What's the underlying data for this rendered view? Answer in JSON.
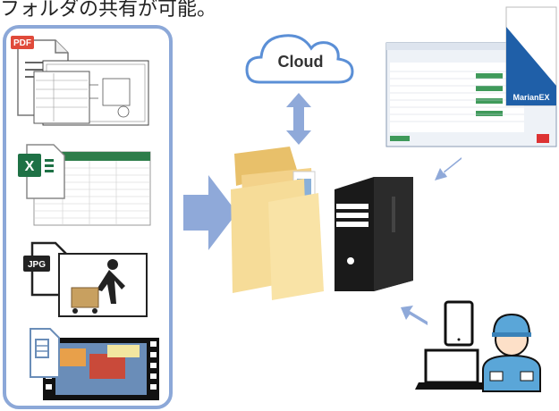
{
  "caption": "フォルダの共有が可能。",
  "cloud_label": "Cloud",
  "app_label": "MarianEX",
  "file_badges": {
    "pdf": "PDF",
    "jpg": "JPG"
  },
  "colors": {
    "frame": "#8ca8d8",
    "arrow": "#8fa9d9",
    "cloud_stroke": "#5b8fd6",
    "folder": "#f3d28a"
  }
}
